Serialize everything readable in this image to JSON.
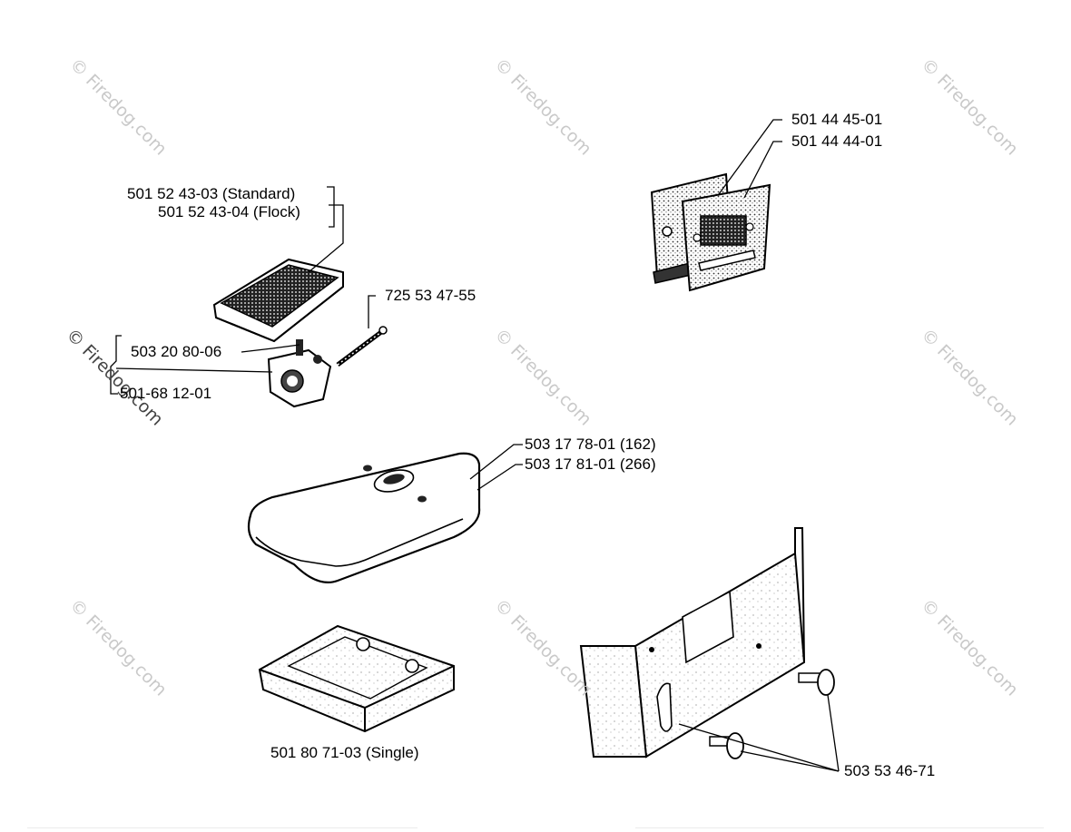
{
  "watermark": "© Firedog.com",
  "labels": {
    "air_filter_a": "501 44 45-01",
    "air_filter_b": "501 44 44-01",
    "filter_standard": "501 52 43-03 (Standard)",
    "filter_flock": "501 52 43-04 (Flock)",
    "screw": "725 53 47-55",
    "carb_part": "503 20 80-06",
    "carburetor": "501-68 12-01",
    "cover_162": "503 17 78-01 (162)",
    "cover_266": "503 17 81-01 (266)",
    "filter_single": "501 80 71-03 (Single)",
    "plate_screws": "503 53 46-71"
  }
}
